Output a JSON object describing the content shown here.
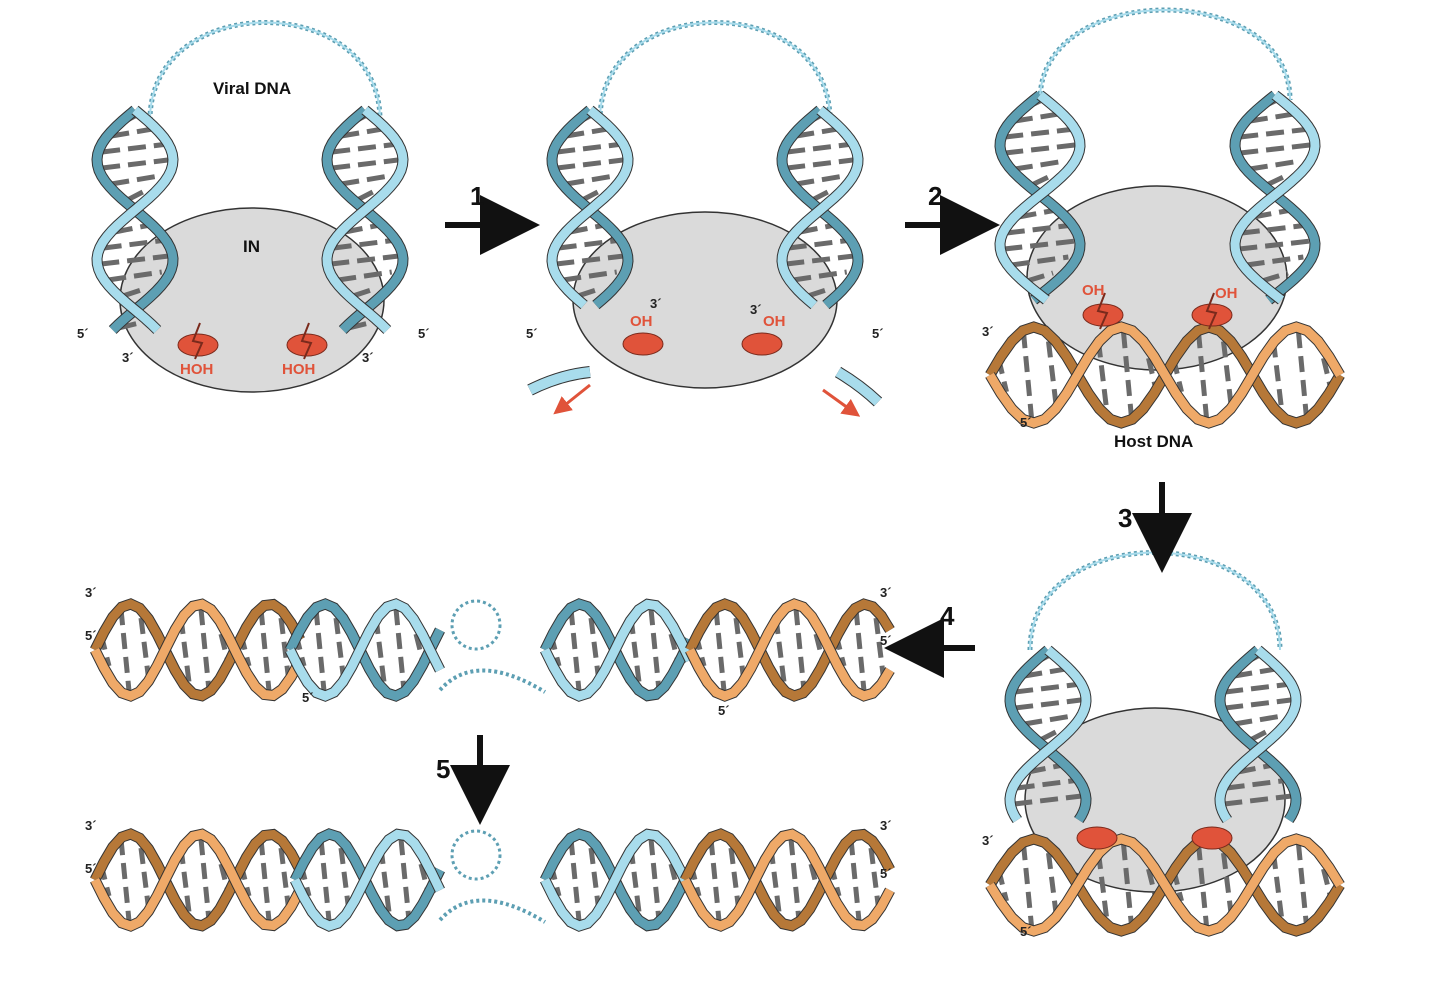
{
  "labels": {
    "viral_dna": "Viral DNA",
    "in": "IN",
    "host_dna": "Host DNA",
    "hoh": "HOH",
    "oh": "OH",
    "end3": "3´",
    "end5": "5´"
  },
  "steps": [
    "1",
    "2",
    "3",
    "4",
    "5"
  ],
  "colors": {
    "viral_strand": "#a8dcec",
    "viral_strand_dark": "#5d9fb3",
    "host_strand": "#efa968",
    "host_strand_dark": "#b67838",
    "integrase": "#dadada",
    "active_site": "#e0533a",
    "base_pair": "#6a6a6a",
    "arrow": "#111111"
  }
}
